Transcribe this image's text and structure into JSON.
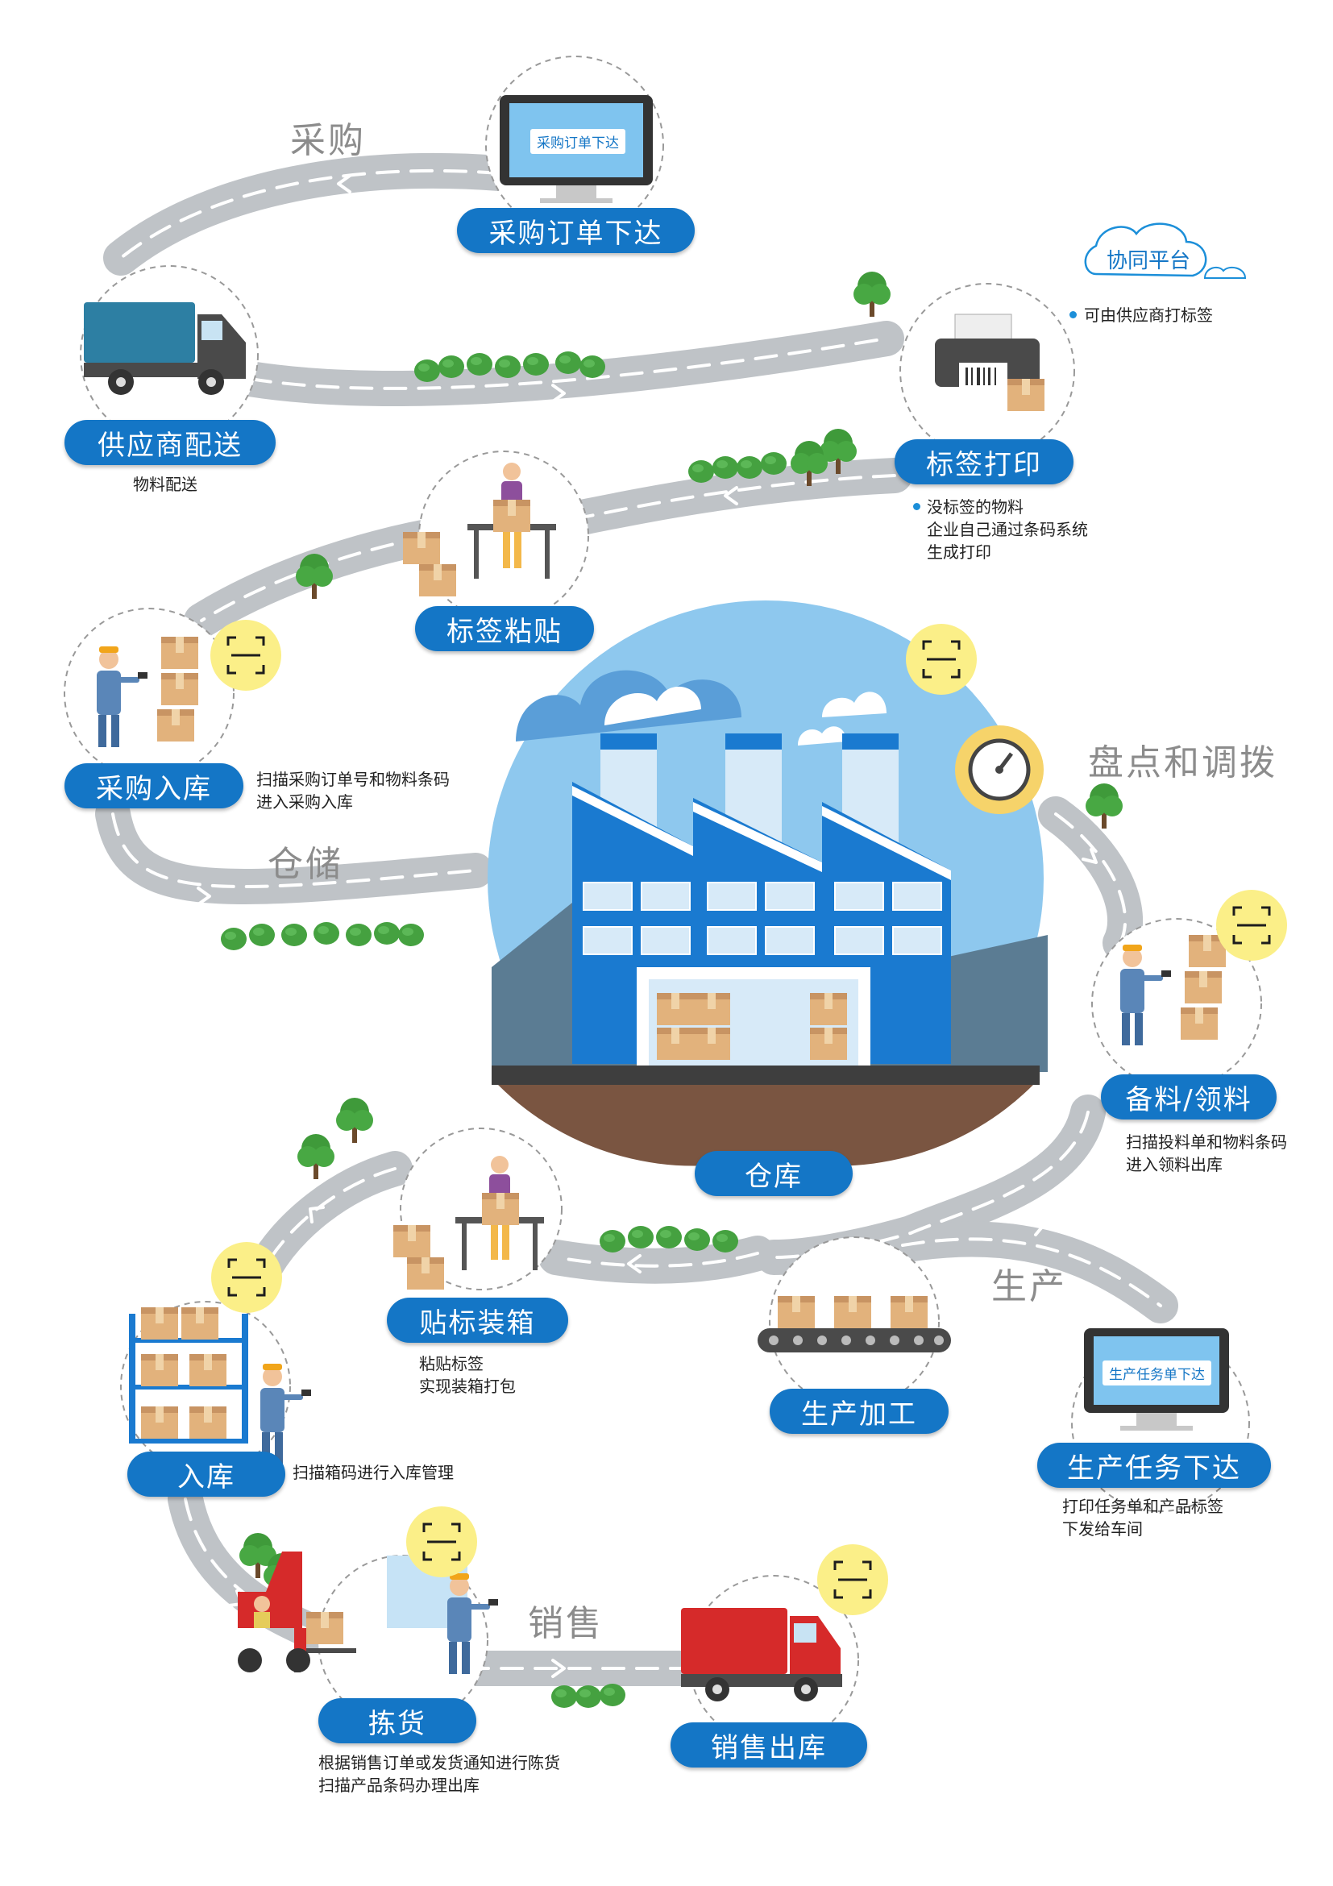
{
  "phases": {
    "purchase": "采购",
    "storage": "仓储",
    "inventory": "盘点和调拨",
    "production": "生产",
    "sales": "销售"
  },
  "nodes": {
    "po_issue": "采购订单下达",
    "supplier_delivery": "供应商配送",
    "label_print": "标签打印",
    "label_stick": "标签粘贴",
    "purchase_inbound": "采购入库",
    "warehouse": "仓库",
    "prep_pick": "备料/领料",
    "production_process": "生产加工",
    "task_issue": "生产任务下达",
    "label_pack": "贴标装箱",
    "inbound": "入库",
    "picking": "拣货",
    "sales_outbound": "销售出库"
  },
  "descriptions": {
    "supplier_delivery": "物料配送",
    "cloud_note": "可由供应商打标签",
    "label_print": "没标签的物料\n企业自己通过条码系统\n生成打印",
    "purchase_inbound": "扫描采购订单号和物料条码\n进入采购入库",
    "prep_pick": "扫描投料单和物料条码\n进入领料出库",
    "task_issue": "打印任务单和产品标签\n下发给车间",
    "label_pack": "粘贴标签\n实现装箱打包",
    "inbound": "扫描箱码进行入库管理",
    "picking": "根据销售订单或发货通知进行陈货\n扫描产品条码办理出库"
  },
  "screens": {
    "po_screen": "采购订单下达",
    "task_screen": "生产任务单下达"
  },
  "cloud": {
    "label": "协同平台"
  },
  "icons": [
    "scan-icon",
    "gauge-icon",
    "truck-icon",
    "printer-icon",
    "monitor-icon",
    "forklift-icon",
    "factory-icon",
    "conveyor-icon",
    "shelf-icon",
    "worker-icon",
    "box-icon",
    "tree-icon",
    "cloud-icon"
  ],
  "colors": {
    "primary": "#1476c6",
    "road": "#bfc3c7",
    "tree": "#3f9a3a",
    "scan_badge": "#fbef88",
    "gauge_badge": "#f6d36a",
    "sky": "#8ec8ee",
    "factory": "#1a7ad0"
  }
}
